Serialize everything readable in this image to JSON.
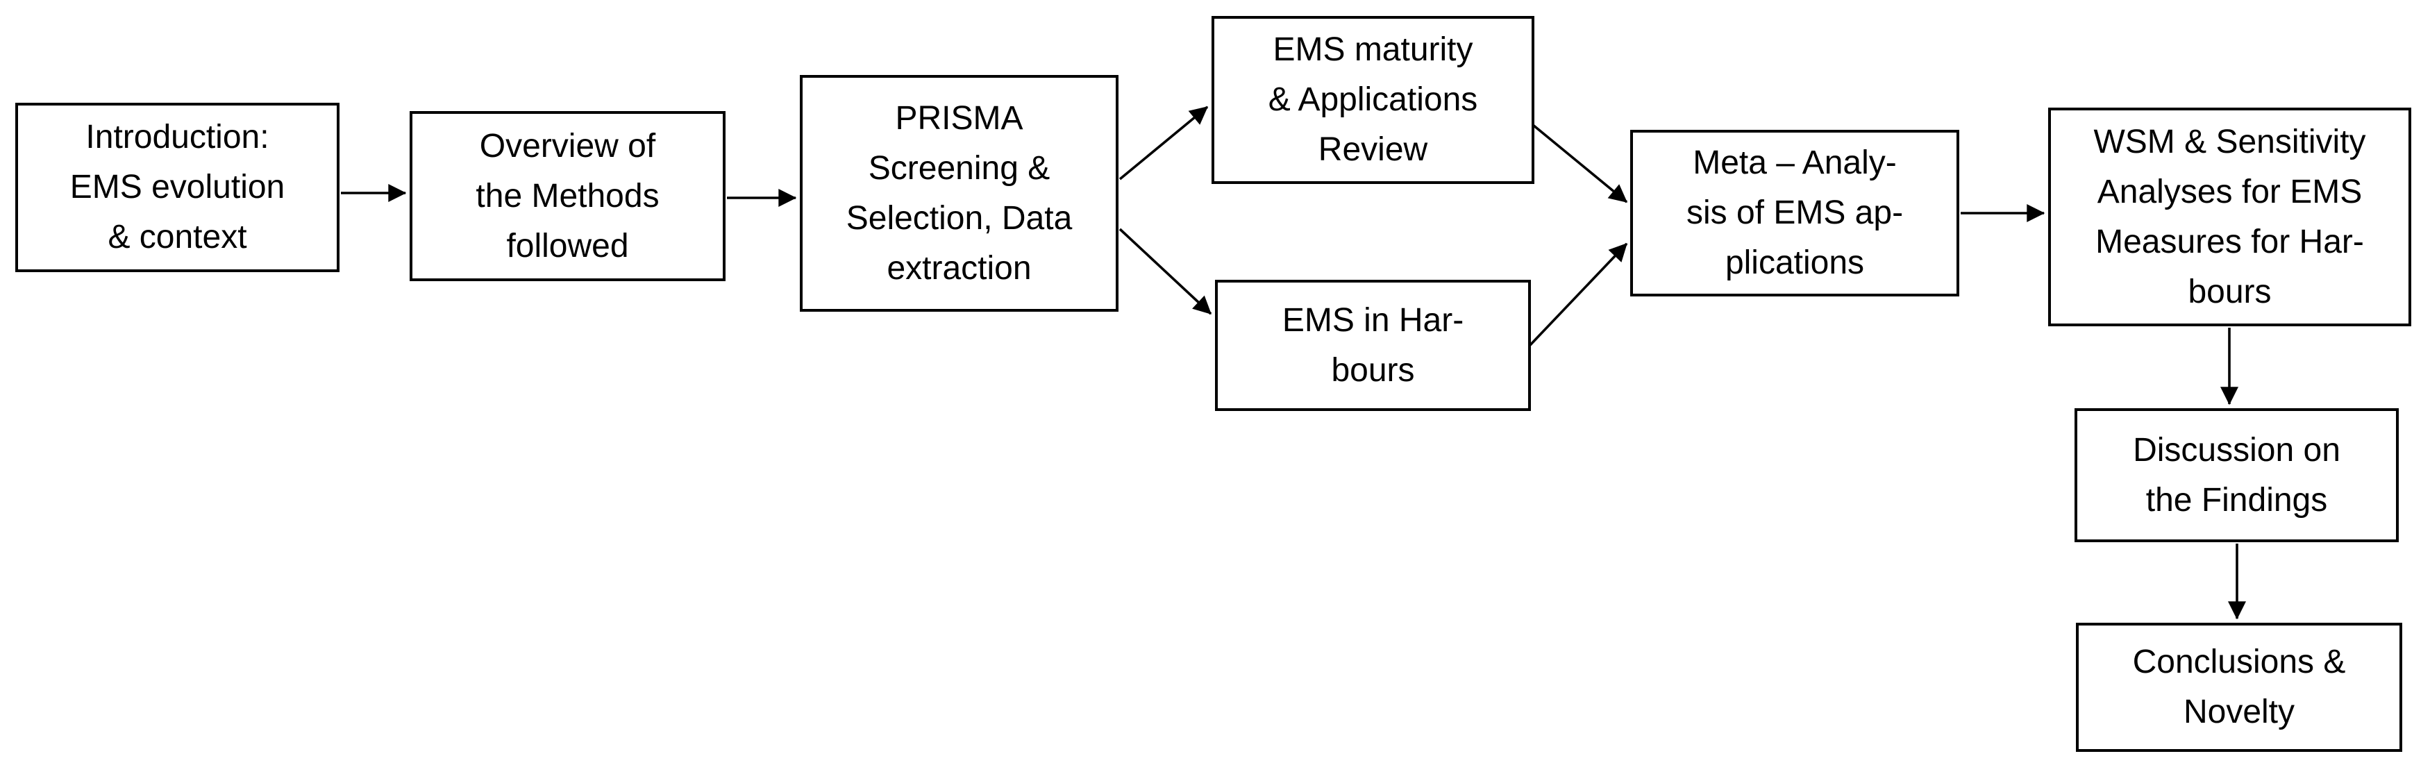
{
  "diagram": {
    "boxes": [
      {
        "id": "introduction",
        "label": "Introduction:\nEMS evolution\n& context"
      },
      {
        "id": "methods-overview",
        "label": "Overview of\nthe Methods\nfollowed"
      },
      {
        "id": "prisma",
        "label": "PRISMA\nScreening &\nSelection, Data\nextraction"
      },
      {
        "id": "ems-maturity",
        "label": "EMS maturity\n& Applications\nReview"
      },
      {
        "id": "ems-in-harbours",
        "label": "EMS in Har-\nbours"
      },
      {
        "id": "meta-analysis",
        "label": "Meta – Analy-\nsis of EMS ap-\nplications"
      },
      {
        "id": "wsm-sensitivity",
        "label": "WSM & Sensitivity\nAnalyses for EMS\nMeasures for Har-\nbours"
      },
      {
        "id": "discussion",
        "label": "Discussion on\nthe Findings"
      },
      {
        "id": "conclusions",
        "label": "Conclusions &\nNovelty"
      }
    ],
    "connections": [
      {
        "from": "introduction",
        "to": "methods-overview"
      },
      {
        "from": "methods-overview",
        "to": "prisma"
      },
      {
        "from": "prisma",
        "to": "ems-maturity"
      },
      {
        "from": "prisma",
        "to": "ems-in-harbours"
      },
      {
        "from": "ems-maturity",
        "to": "meta-analysis"
      },
      {
        "from": "ems-in-harbours",
        "to": "meta-analysis"
      },
      {
        "from": "meta-analysis",
        "to": "wsm-sensitivity"
      },
      {
        "from": "wsm-sensitivity",
        "to": "discussion"
      },
      {
        "from": "discussion",
        "to": "conclusions"
      }
    ],
    "colors": {
      "background": "#ffffff",
      "box_fill": "#ffffff",
      "box_border": "#000000",
      "text": "#000000",
      "arrow": "#000000"
    }
  }
}
